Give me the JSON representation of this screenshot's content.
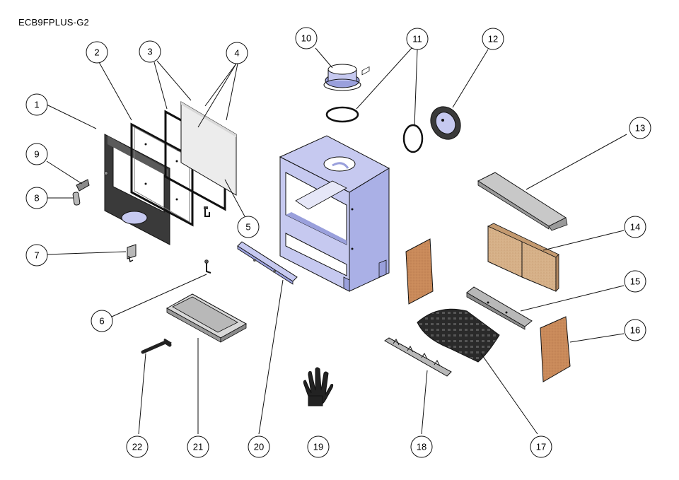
{
  "title": "ECB9FPLUS-G2",
  "callouts": [
    {
      "id": "1",
      "label": "1",
      "name": "door-frame"
    },
    {
      "id": "2",
      "label": "2",
      "name": "door-glass-gasket"
    },
    {
      "id": "3",
      "label": "3",
      "name": "glass-retainer"
    },
    {
      "id": "4",
      "label": "4",
      "name": "door-glass"
    },
    {
      "id": "5",
      "label": "5",
      "name": "glass-clip"
    },
    {
      "id": "6",
      "label": "6",
      "name": "door-catch"
    },
    {
      "id": "7",
      "label": "7",
      "name": "hinge"
    },
    {
      "id": "8",
      "label": "8",
      "name": "door-handle"
    },
    {
      "id": "9",
      "label": "9",
      "name": "handle-pin"
    },
    {
      "id": "10",
      "label": "10",
      "name": "flue-collar"
    },
    {
      "id": "11",
      "label": "11",
      "name": "flue-seal"
    },
    {
      "id": "12",
      "label": "12",
      "name": "blanking-plate"
    },
    {
      "id": "13",
      "label": "13",
      "name": "baffle-plate"
    },
    {
      "id": "14",
      "label": "14",
      "name": "rear-brick"
    },
    {
      "id": "15",
      "label": "15",
      "name": "grate-support"
    },
    {
      "id": "16",
      "label": "16",
      "name": "side-brick-right"
    },
    {
      "id": "17",
      "label": "17",
      "name": "grate"
    },
    {
      "id": "18",
      "label": "18",
      "name": "fuel-retainer-bar"
    },
    {
      "id": "19",
      "label": "19",
      "name": "glove"
    },
    {
      "id": "20",
      "label": "20",
      "name": "air-control-bar"
    },
    {
      "id": "21",
      "label": "21",
      "name": "ash-pan"
    },
    {
      "id": "22",
      "label": "22",
      "name": "ash-pan-tool"
    }
  ],
  "colors": {
    "outline": "#1a1a1a",
    "stove_body": "#c6c9f0",
    "stove_shadow": "#9aa0dc",
    "brick": "#c98a5a",
    "brick_light": "#d9b48a",
    "glass": "#ececec",
    "dark_metal": "#3a3a3a",
    "grey_metal": "#b8b8b8"
  }
}
